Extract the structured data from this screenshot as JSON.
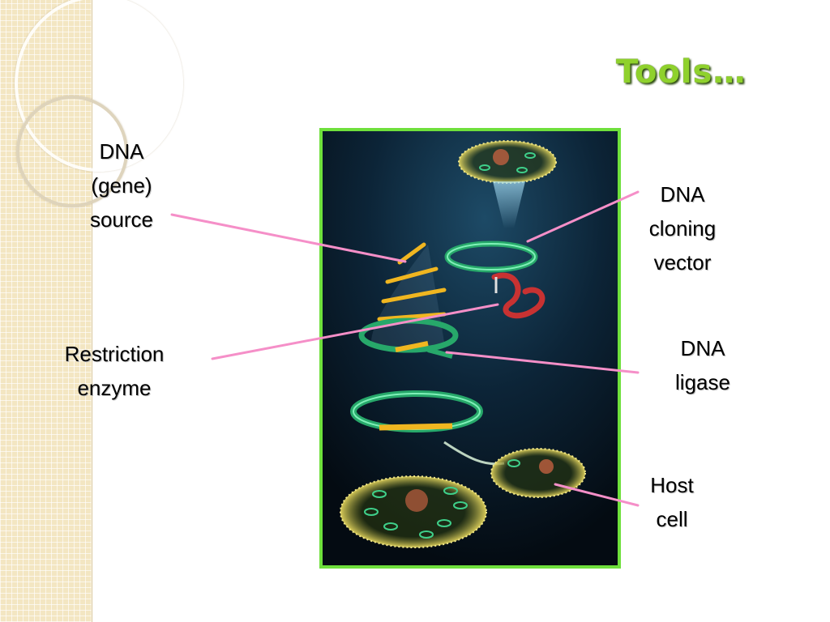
{
  "slide": {
    "title": "Tools…"
  },
  "labels": {
    "source": [
      "DNA",
      "(gene)",
      "source"
    ],
    "enzyme": [
      "Restriction",
      "enzyme"
    ],
    "vector": [
      "DNA",
      "cloning",
      "vector"
    ],
    "ligase": [
      "DNA",
      "ligase"
    ],
    "host": [
      "Host",
      "cell"
    ]
  },
  "colors": {
    "title_green": "#8fd12d",
    "figure_border": "#6fe03c",
    "leader_pink": "#f58fc8",
    "plasmid_green": "#2fbf7a",
    "dna_yellow": "#f2b21c",
    "enzyme_red": "#c83232"
  }
}
